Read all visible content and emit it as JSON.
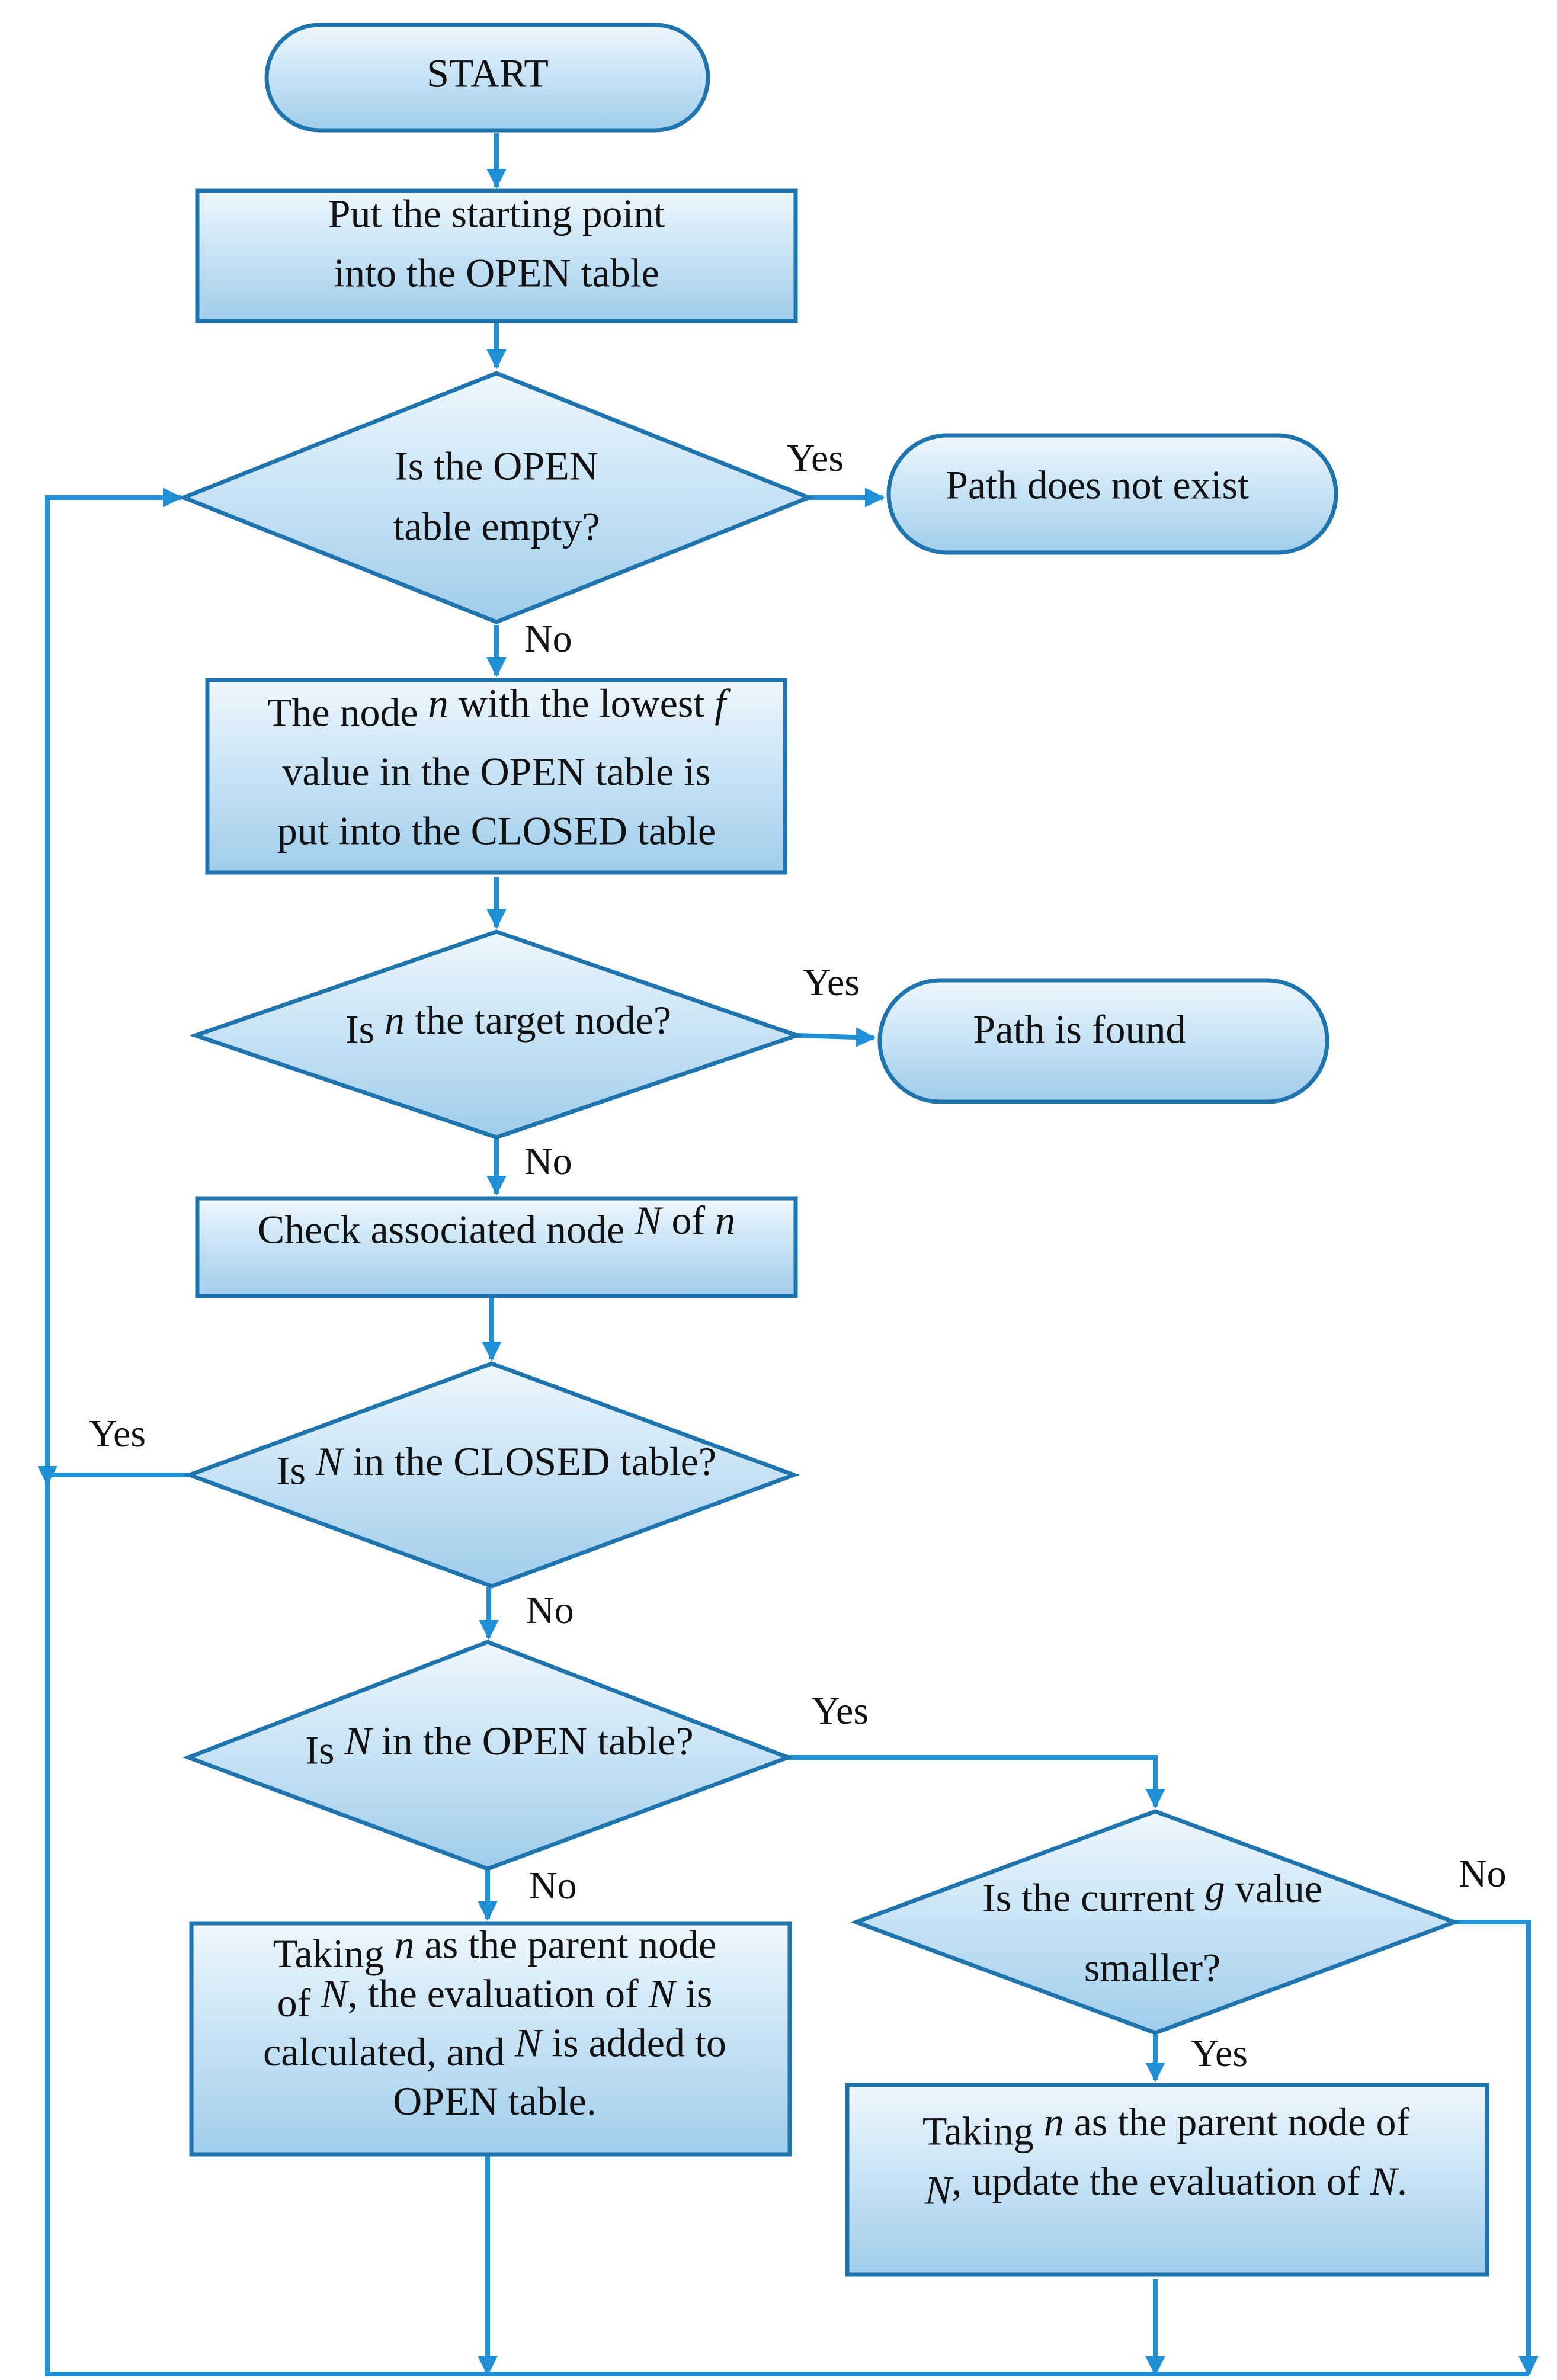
{
  "nodes": {
    "start": {
      "lines": [
        [
          {
            "t": "START"
          }
        ]
      ]
    },
    "put_start": {
      "lines": [
        [
          {
            "t": "Put the starting point"
          }
        ],
        [
          {
            "t": "into the OPEN table"
          }
        ]
      ]
    },
    "open_empty": {
      "lines": [
        [
          {
            "t": "Is the OPEN"
          }
        ],
        [
          {
            "t": "table empty?"
          }
        ]
      ]
    },
    "no_path": {
      "lines": [
        [
          {
            "t": "Path does not exist"
          }
        ]
      ]
    },
    "lowest_f": {
      "lines": [
        [
          {
            "t": "The node "
          },
          {
            "t": "n",
            "i": true
          },
          {
            "t": " with the lowest "
          },
          {
            "t": "f",
            "i": true
          }
        ],
        [
          {
            "t": "value in the OPEN table is"
          }
        ],
        [
          {
            "t": "put into the CLOSED table"
          }
        ]
      ]
    },
    "is_target": {
      "lines": [
        [
          {
            "t": "Is "
          },
          {
            "t": "n",
            "i": true
          },
          {
            "t": " the target node?"
          }
        ]
      ]
    },
    "path_found": {
      "lines": [
        [
          {
            "t": "Path is found"
          }
        ]
      ]
    },
    "check_assoc": {
      "lines": [
        [
          {
            "t": "Check associated node "
          },
          {
            "t": "N",
            "i": true
          },
          {
            "t": " of "
          },
          {
            "t": "n",
            "i": true
          }
        ]
      ]
    },
    "in_closed": {
      "lines": [
        [
          {
            "t": "Is "
          },
          {
            "t": "N",
            "i": true
          },
          {
            "t": " in the CLOSED table?"
          }
        ]
      ]
    },
    "in_open": {
      "lines": [
        [
          {
            "t": "Is "
          },
          {
            "t": "N",
            "i": true
          },
          {
            "t": " in the OPEN table?"
          }
        ]
      ]
    },
    "g_smaller": {
      "lines": [
        [
          {
            "t": "Is the current "
          },
          {
            "t": "g",
            "i": true
          },
          {
            "t": " value"
          }
        ],
        [
          {
            "t": "smaller?"
          }
        ]
      ]
    },
    "add_open": {
      "lines": [
        [
          {
            "t": "Taking "
          },
          {
            "t": "n",
            "i": true
          },
          {
            "t": " as the parent node"
          }
        ],
        [
          {
            "t": "of "
          },
          {
            "t": "N",
            "i": true
          },
          {
            "t": ", the evaluation of "
          },
          {
            "t": "N",
            "i": true
          },
          {
            "t": " is"
          }
        ],
        [
          {
            "t": "calculated, and "
          },
          {
            "t": "N",
            "i": true
          },
          {
            "t": " is added to"
          }
        ],
        [
          {
            "t": "OPEN table."
          }
        ]
      ]
    },
    "update_eval": {
      "lines": [
        [
          {
            "t": "Taking "
          },
          {
            "t": "n",
            "i": true
          },
          {
            "t": " as the parent node of"
          }
        ],
        [
          {
            "t": "N",
            "i": true
          },
          {
            "t": ", update the evaluation of "
          },
          {
            "t": "N",
            "i": true
          },
          {
            "t": "."
          }
        ]
      ]
    }
  },
  "edge_labels": {
    "open_empty_yes": "Yes",
    "open_empty_no": "No",
    "is_target_yes": "Yes",
    "is_target_no": "No",
    "in_closed_yes": "Yes",
    "in_closed_no": "No",
    "in_open_yes": "Yes",
    "in_open_no": "No",
    "g_smaller_no": "No",
    "g_smaller_yes": "Yes"
  },
  "colors": {
    "shape_fill_top": "#eef7fd",
    "shape_fill_bottom": "#9fcdec",
    "shape_stroke": "#1f74ad",
    "connector": "#1f90d6"
  }
}
